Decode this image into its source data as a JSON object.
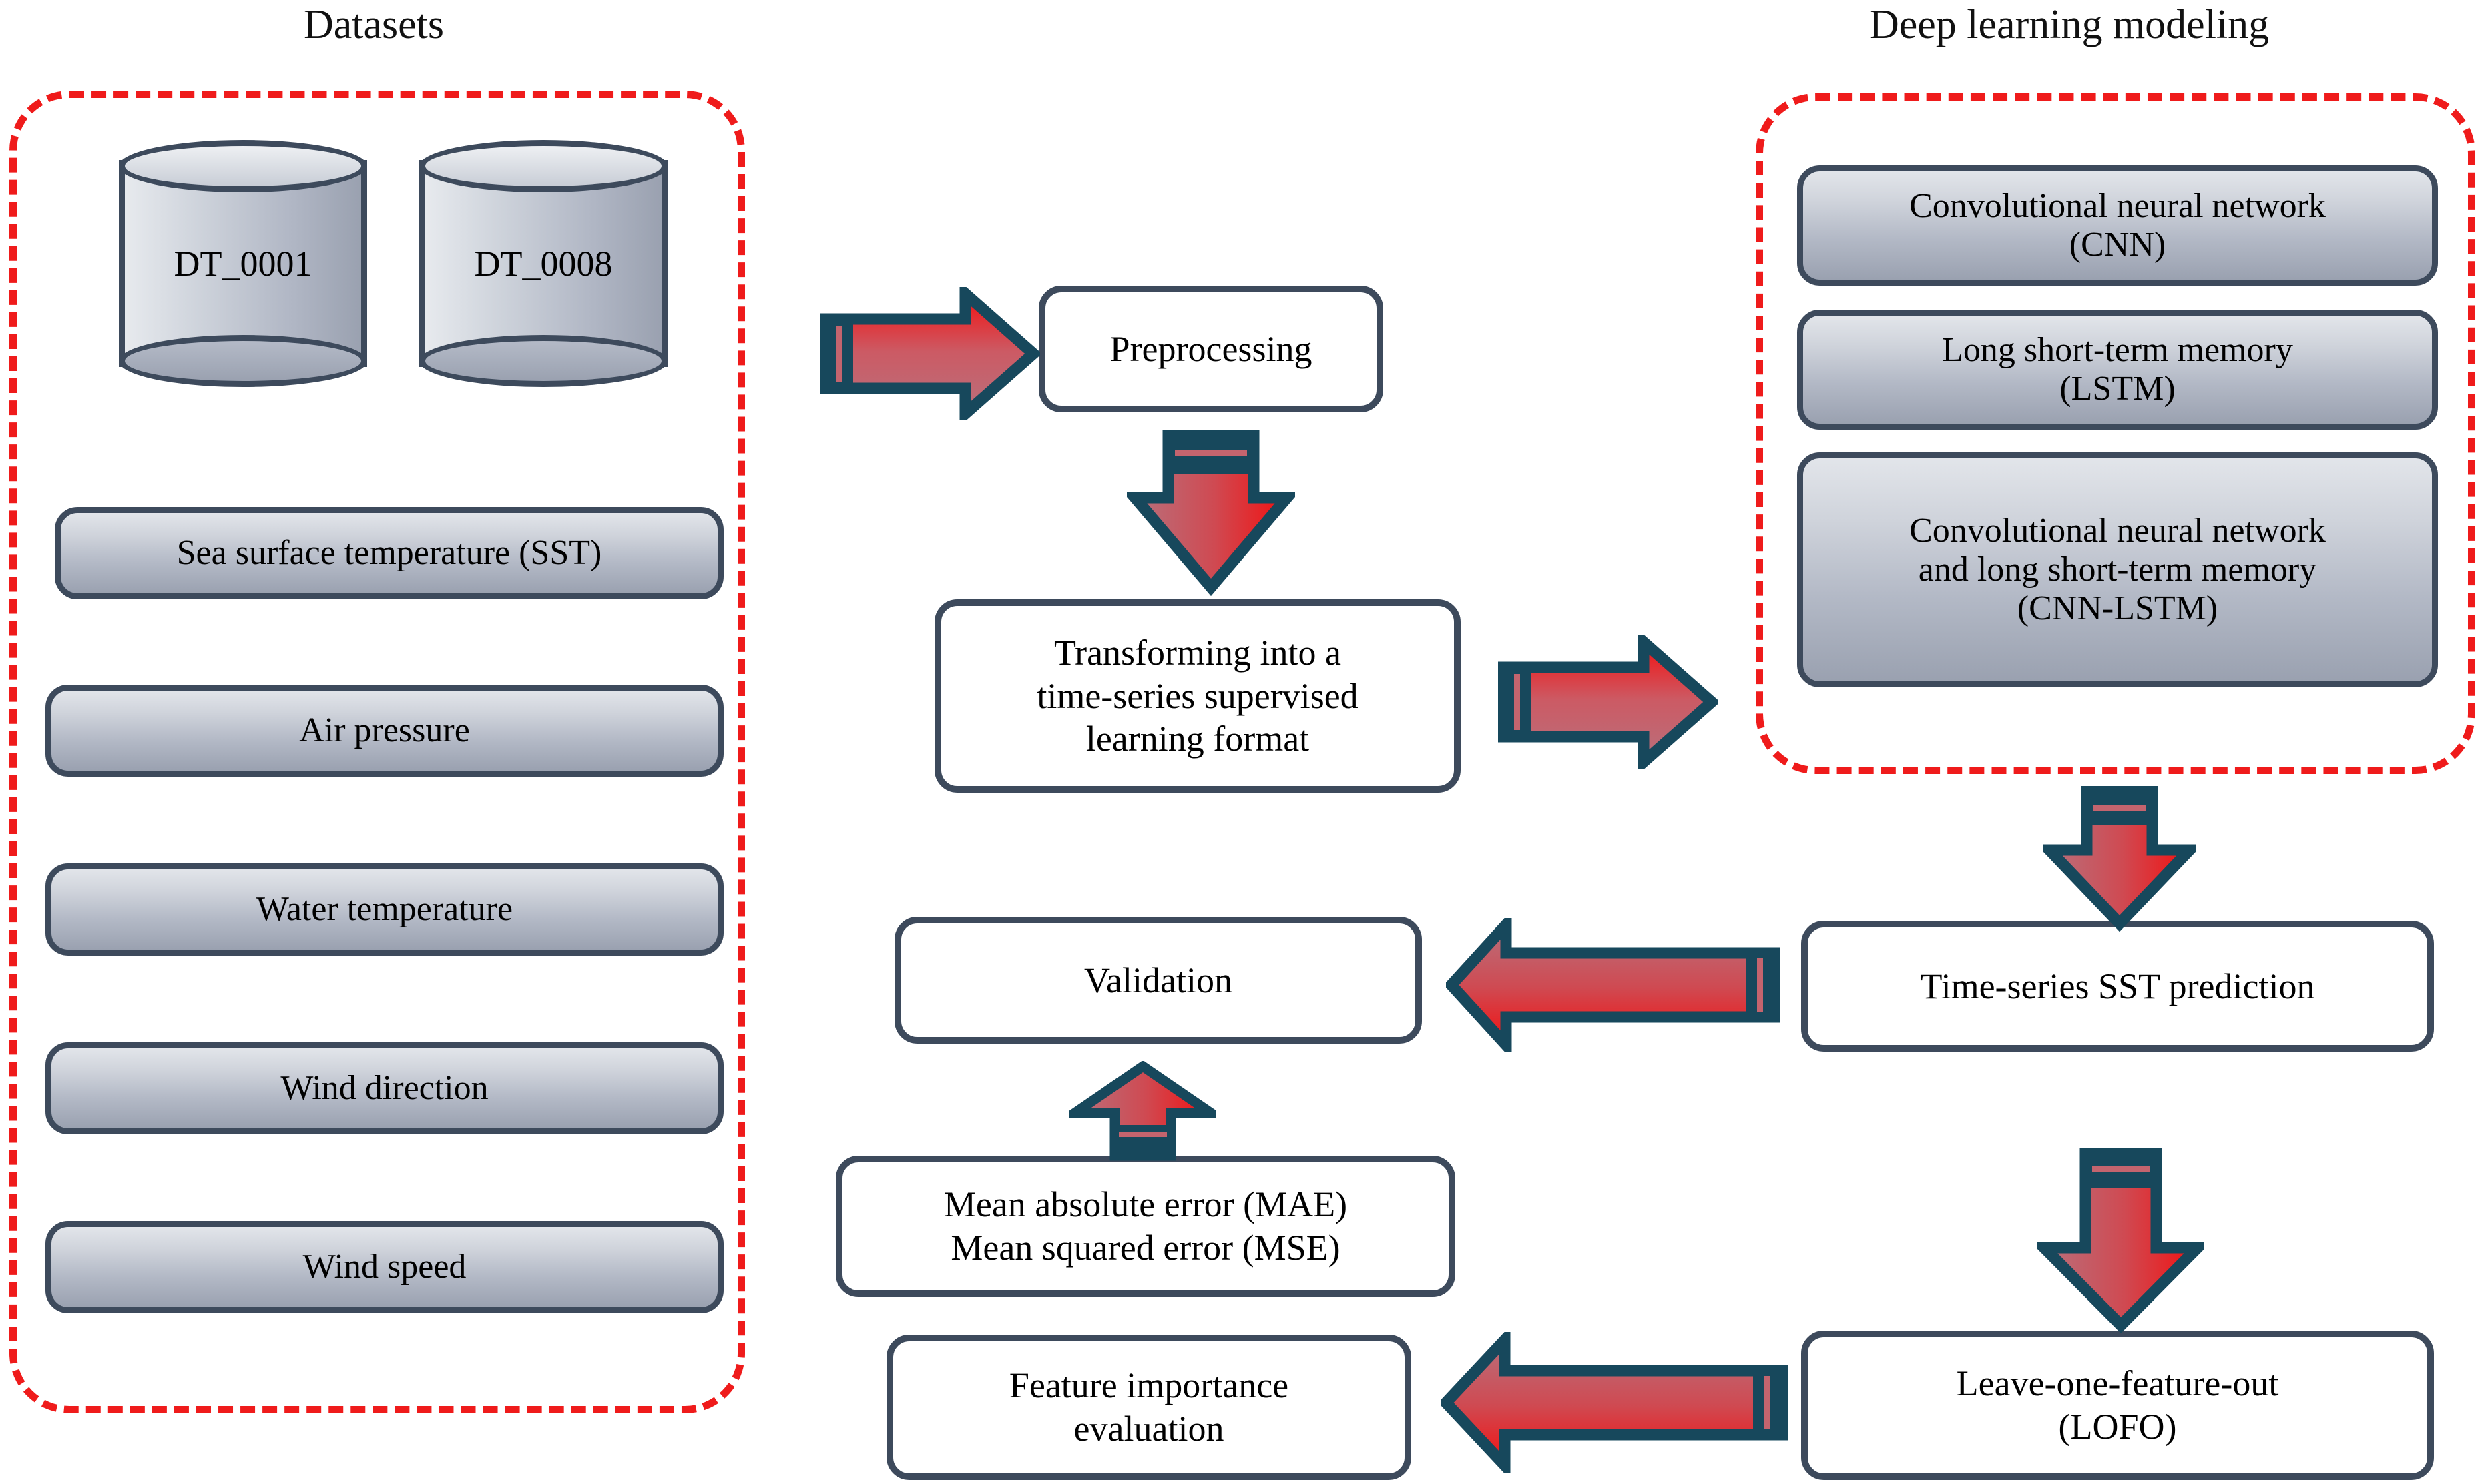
{
  "colors": {
    "panel_dash": "#ef1b1b",
    "box_border": "#3d4a5c",
    "arrow_outline": "#17485c",
    "arrow_fill_light": "#c4707c",
    "arrow_fill_red": "#f51616",
    "box_gray_top": "#e2e5ea",
    "box_gray_bottom": "#9aa1b0",
    "background": "#ffffff"
  },
  "groups": {
    "datasets": {
      "title": "Datasets"
    },
    "modeling": {
      "title": "Deep learning modeling"
    }
  },
  "datasets": {
    "cylinders": [
      {
        "label": "DT_0001",
        "icon": "database-cylinder-icon"
      },
      {
        "label": "DT_0008",
        "icon": "database-cylinder-icon"
      }
    ],
    "features": [
      {
        "label": "Sea surface temperature (SST)"
      },
      {
        "label": "Air pressure"
      },
      {
        "label": "Water temperature"
      },
      {
        "label": "Wind direction"
      },
      {
        "label": "Wind speed"
      }
    ]
  },
  "models": [
    {
      "line1": "Convolutional neural network",
      "line2": "(CNN)",
      "line3": ""
    },
    {
      "line1": "Long short-term memory",
      "line2": "(LSTM)",
      "line3": ""
    },
    {
      "line1": "Convolutional neural network",
      "line2": "and long short-term memory",
      "line3": "(CNN-LSTM)"
    }
  ],
  "pipeline": {
    "preprocessing": {
      "line1": "Preprocessing"
    },
    "transforming": {
      "line1": "Transforming into a",
      "line2": "time-series supervised",
      "line3": "learning format"
    },
    "validation": {
      "line1": "Validation"
    },
    "metrics": {
      "line1": "Mean absolute error (MAE)",
      "line2": "Mean squared error (MSE)"
    },
    "feature_importance": {
      "line1": "Feature importance",
      "line2": "evaluation"
    },
    "prediction": {
      "line1": "Time-series SST prediction"
    },
    "lofo": {
      "line1": "Leave-one-feature-out",
      "line2": "(LOFO)"
    }
  },
  "arrows": [
    {
      "name": "arrow-datasets-to-preprocessing",
      "direction": "right"
    },
    {
      "name": "arrow-preprocessing-to-transforming",
      "direction": "down"
    },
    {
      "name": "arrow-transforming-to-modeling",
      "direction": "right"
    },
    {
      "name": "arrow-modeling-to-prediction",
      "direction": "down"
    },
    {
      "name": "arrow-prediction-to-validation",
      "direction": "left"
    },
    {
      "name": "arrow-prediction-to-lofo",
      "direction": "down"
    },
    {
      "name": "arrow-metrics-to-validation",
      "direction": "up"
    },
    {
      "name": "arrow-lofo-to-feature-importance",
      "direction": "left"
    }
  ]
}
